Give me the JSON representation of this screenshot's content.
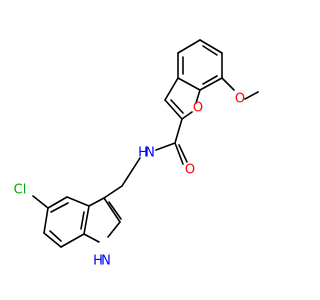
{
  "molecule": {
    "atom_labels": {
      "chlorine": "Cl",
      "indole_nh": "H",
      "indole_n": "N",
      "amide_nh": "H",
      "amide_n": "N",
      "carbonyl_o": "O",
      "furan_o": "O",
      "methoxy_o": "O"
    },
    "colors": {
      "carbon": "#000000",
      "nitrogen": "#0000ff",
      "oxygen": "#ff0000",
      "chlorine": "#00aa00",
      "background": "#ffffff"
    }
  }
}
